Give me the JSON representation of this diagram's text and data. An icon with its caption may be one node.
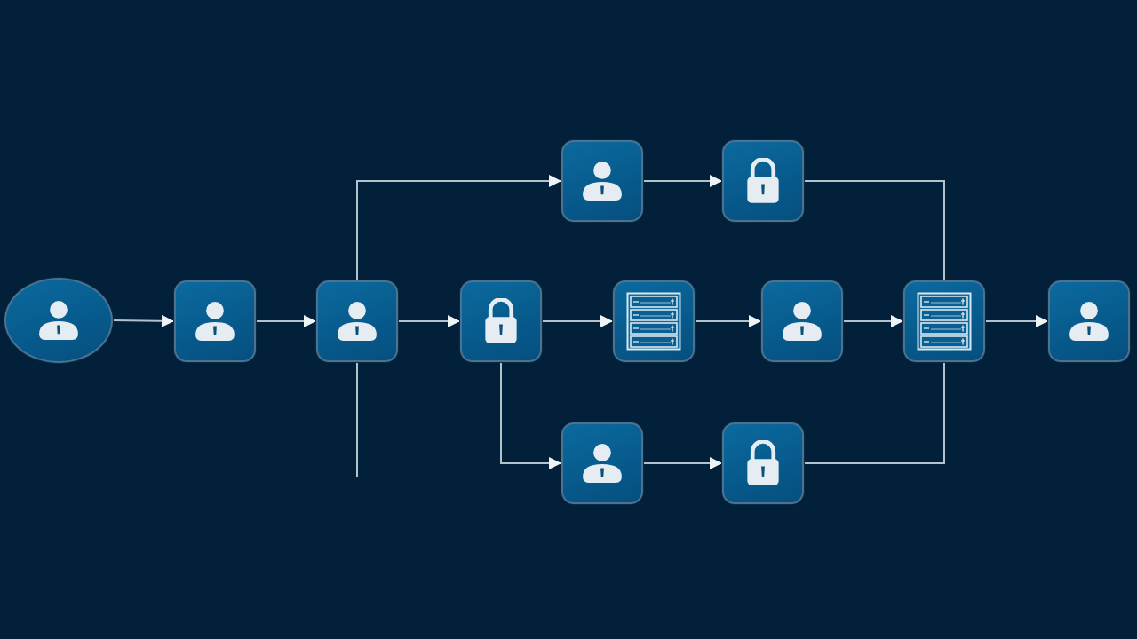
{
  "diagram": {
    "nodes": [
      {
        "text": [],
        "shape": "box"
      },
      {
        "text": [],
        "shape": "box"
      },
      {
        "text": [],
        "shape": "circle"
      },
      {
        "text": [],
        "shape": "box"
      },
      {
        "text": [],
        "shape": "box"
      },
      {
        "text": [],
        "shape": "box"
      },
      {
        "text": [],
        "shape": "box"
      },
      {
        "text": [],
        "shape": "box"
      },
      {
        "text": [],
        "shape": "box"
      },
      {
        "text": [],
        "shape": "box"
      },
      {
        "text": [],
        "shape": "box"
      },
      {
        "text": [],
        "shape": "box"
      }
    ],
    "edges": [
      {
        "from": 2,
        "to": 3,
        "arrow": "to"
      },
      {
        "from": 3,
        "to": 4,
        "arrow": "to"
      },
      {
        "from": 4,
        "to": 5,
        "arrow": "to"
      },
      {
        "from": 5,
        "to": 6,
        "arrow": "to"
      },
      {
        "from": 6,
        "to": 7,
        "arrow": "to"
      },
      {
        "from": 7,
        "to": 8,
        "arrow": "to"
      },
      {
        "from": 8,
        "to": 9,
        "arrow": "to"
      },
      {
        "from": 4,
        "to": 0,
        "arrow": "to"
      },
      {
        "from": 4,
        "to": null,
        "arrow": "none"
      },
      {
        "from": 0,
        "to": 1,
        "arrow": "to"
      },
      {
        "from": 1,
        "to": 8,
        "arrow": "none"
      },
      {
        "from": 5,
        "to": 10,
        "arrow": "to"
      },
      {
        "from": 10,
        "to": 11,
        "arrow": "to"
      },
      {
        "from": 11,
        "to": 8,
        "arrow": "none"
      }
    ]
  }
}
